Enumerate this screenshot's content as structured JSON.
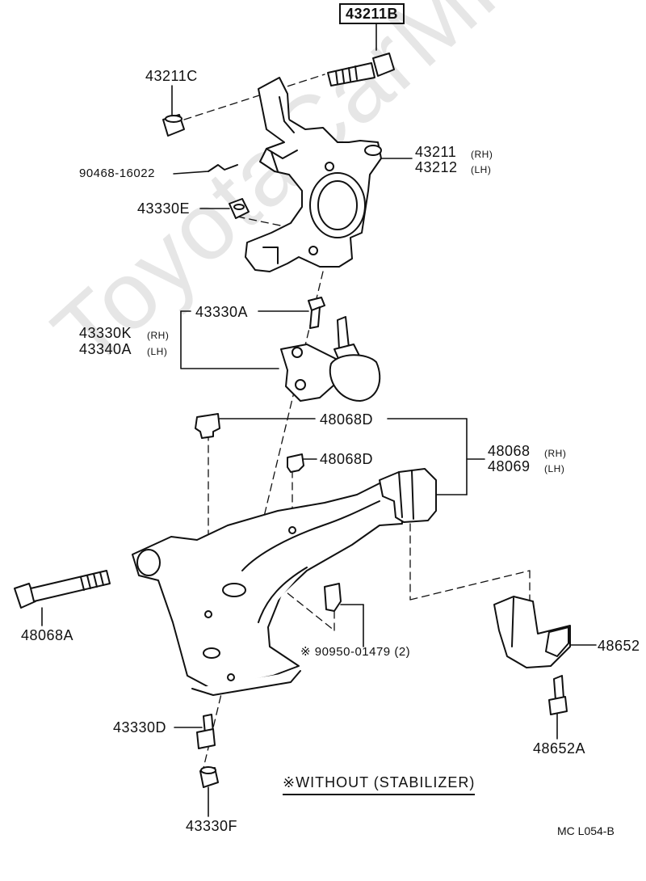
{
  "watermark": "ToyotaCarMine.ru",
  "parts": {
    "p43211B": "43211B",
    "p43211C": "43211C",
    "p90468": "90468-16022",
    "p43211": "43211",
    "p43212": "43212",
    "rh": "(RH)",
    "lh": "(LH)",
    "p43330E": "43330E",
    "p43330A": "43330A",
    "p43330K": "43330K",
    "p43340A": "43340A",
    "p48068D_1": "48068D",
    "p48068D_2": "48068D",
    "p48068": "48068",
    "p48069": "48069",
    "p48068A": "48068A",
    "p90950": "※ 90950-01479 (2)",
    "p48652": "48652",
    "p48652A": "48652A",
    "p43330D": "43330D",
    "p43330F": "43330F"
  },
  "note": "※WITHOUT (STABILIZER)",
  "diagram_code": "MC  L054-B"
}
